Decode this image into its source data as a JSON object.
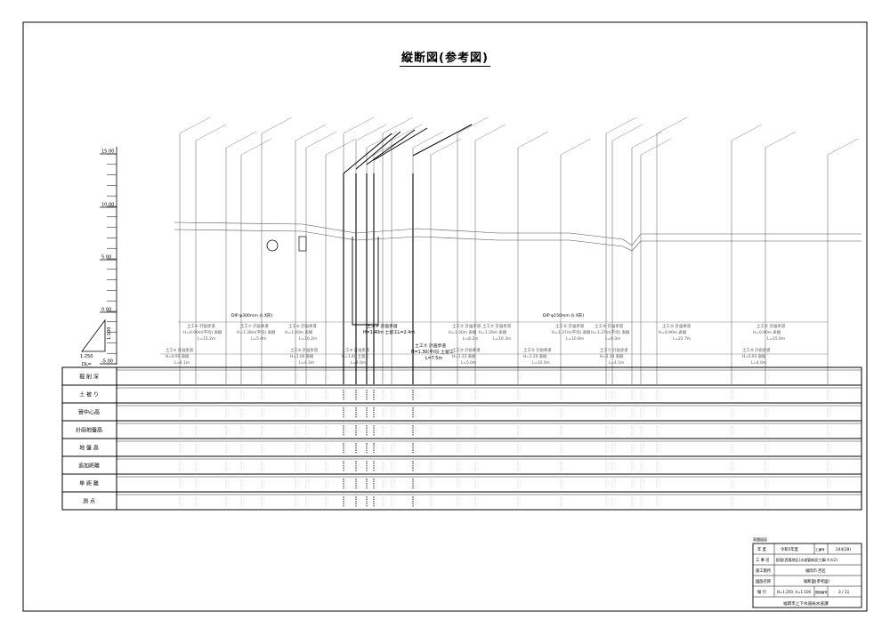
{
  "drawing": {
    "title": "縦断図(参考図)",
    "scale_v": "1:100",
    "scale_h": "1:250",
    "datum_label": "DL=",
    "pipe_label_left": "DIP φ300mm (ﾙ X形)",
    "pipe_label_right": "DIP φ150mm (ﾙ X形)"
  },
  "axis_labels": [
    "15.00",
    "10.00",
    "5.00",
    "0.00",
    "-5.00"
  ],
  "row_headers": [
    "掘 削 深",
    "土 被 り",
    "管中心高",
    "計画地盤高",
    "地 盤 高",
    "追加距離",
    "単 距 離",
    "測 点"
  ],
  "sections": [
    {
      "name": "土工⑥ 計画歩道",
      "spec": "H=0.90m(平均) 表掘",
      "len": "L=15.2m"
    },
    {
      "name": "土工⑦ 計画車道",
      "spec": "H=1.38m(平均) 表掘",
      "len": "L=5.0m"
    },
    {
      "name": "土工⑧ 計画車道",
      "spec": "H=1.40m 表掘",
      "len": "L=10.2m"
    },
    {
      "name": "土工⑩ 計画歩道",
      "spec": "H=1.40m 土留工L=2.4m",
      "len": ""
    },
    {
      "name": "土工⑪ 計画歩道",
      "spec": "H=1.30(平均) 土留工",
      "len": "L=7.5m"
    },
    {
      "name": "土工⑫ 計画歩道",
      "spec": "H=1.30m 表掘",
      "len": "L=8.2m"
    },
    {
      "name": "土工⑬ 計画歩道",
      "spec": "H=1.26m 表掘",
      "len": "L=10.3m"
    },
    {
      "name": "土工⑯ 計画歩道",
      "spec": "H=1.37m(平均) 表掘",
      "len": "L=10.8m"
    },
    {
      "name": "土工⑱ 計画歩道",
      "spec": "H=1.37m(平均) 表掘",
      "len": "L=6.0m"
    },
    {
      "name": "土工⑲ 計画車道",
      "spec": "H=0.90m 表掘",
      "len": "L=22.7m"
    },
    {
      "name": "土工㉑ 計画歩道",
      "spec": "H=0.90m 表掘",
      "len": "L=15.0m"
    }
  ],
  "sections_lower": [
    {
      "name": "土工④ 計画歩道",
      "spec": "H=0.90 表掘",
      "len": "L=4.1m"
    },
    {
      "name": "土工⑨ 計画歩道",
      "spec": "H=1.00 表掘",
      "len": "L=4.3m"
    },
    {
      "name": "土工⑨ 計画歩道",
      "spec": "H=1.40 土留工",
      "len": "L=4.0m"
    },
    {
      "name": "土工⑭ 計画車道",
      "spec": "H=1.22 表掘",
      "len": "L=5.0m"
    },
    {
      "name": "土工⑮ 計画車道",
      "spec": "H=1.20 表掘",
      "len": "L=10.0m"
    },
    {
      "name": "土工⑰ 計画歩道",
      "spec": "H=1.54 表掘",
      "len": "L=4.1m"
    },
    {
      "name": "土工⑳ 計画歩道",
      "spec": "H=0.93 表掘",
      "len": "L=4.0m"
    }
  ],
  "titleblock": {
    "header": "表題図面",
    "r1_k1": "年 度",
    "r1_v1": "令和5年度",
    "r1_k2": "工番号",
    "r1_v2": "244(28)",
    "r2_k": "工 事 名",
    "r2_v": "配管(西陽地区)水道管新設工事(その2)",
    "r3_k": "施工箇所",
    "r3_v": "福岡市 西区",
    "r4_k": "図面名称",
    "r4_v": "縦断図(参考図)",
    "r5_k": "縮 尺",
    "r5_v": "H=1:250, V=1:100",
    "r5_k2": "図面番号",
    "r5_v2": "3 / 11",
    "r6": "福岡市上下水道局水道課"
  }
}
